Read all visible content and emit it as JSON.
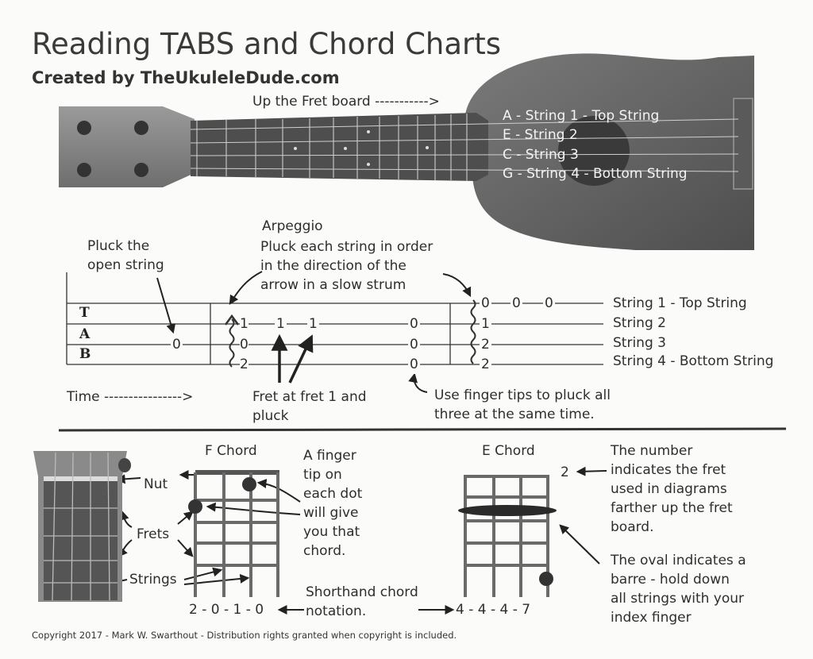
{
  "header": {
    "title": "Reading TABS and Chord Charts",
    "subtitle": "Created by TheUkuleleDude.com"
  },
  "photo": {
    "fretboard_caption": "Up the Fret board ----------->",
    "strings": [
      "A - String 1 - Top String",
      "E - String 2",
      "C - String 3",
      "G - String 4 - Bottom String"
    ]
  },
  "tab": {
    "letters": [
      "T",
      "A",
      "B"
    ],
    "pluck_open": [
      "Pluck the",
      "open string"
    ],
    "arpeggio_title": "Arpeggio",
    "arpeggio_desc": [
      "Pluck each string in order",
      "in the direction of the",
      "arrow in a slow strum"
    ],
    "string_labels": [
      "String 1 - Top String",
      "String 2",
      "String 3",
      "String 4 - Bottom String"
    ],
    "time_label": "Time ---------------->",
    "fret_note": [
      "Fret at fret 1 and",
      "pluck"
    ],
    "fingertips_note": [
      "Use finger tips to pluck all",
      "three at the same time."
    ],
    "numbers": {
      "open": "0",
      "arp_1": "1",
      "arp_2": "1",
      "arp_3": "1",
      "arp_s3": "0",
      "arp_s4": "2",
      "chord_s2": "0",
      "chord_s3": "0",
      "chord_s4": "0",
      "final_s1_a": "0",
      "final_s1_b": "0",
      "final_s1_c": "0",
      "final_s2": "1",
      "final_s3": "2",
      "final_s4": "2"
    }
  },
  "chords": {
    "anatomy": {
      "nut": "Nut",
      "frets": "Frets",
      "strings": "Strings"
    },
    "f_chord": {
      "name": "F Chord",
      "shorthand": "2 - 0 - 1 - 0"
    },
    "finger_note": [
      "A finger",
      "tip on",
      "each dot",
      "will give",
      "you that",
      "chord."
    ],
    "shorthand_note": [
      "Shorthand chord",
      "notation."
    ],
    "e_chord": {
      "name": "E Chord",
      "fret_number": "2",
      "shorthand": "4 - 4 - 4 - 7"
    },
    "number_note": [
      "The number",
      "indicates the fret",
      "used in diagrams",
      "farther up the fret",
      "board."
    ],
    "oval_note": [
      "The oval indicates a",
      "barre - hold down",
      "all strings with your",
      "index finger"
    ]
  },
  "footer": {
    "copyright": "Copyright 2017 - Mark W. Swarthout - Distribution rights granted when copyright is included."
  }
}
